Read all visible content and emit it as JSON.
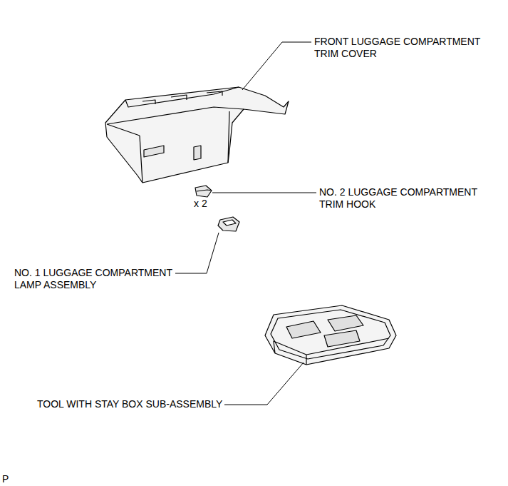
{
  "diagram": {
    "labels": [
      "FRONT LUGGAGE COMPARTMENT TRIM COVER",
      "NO. 2 LUGGAGE COMPARTMENT TRIM HOOK",
      "x 2",
      "NO. 1 LUGGAGE COMPARTMENT LAMP ASSEMBLY",
      "TOOL WITH STAY BOX SUB-ASSEMBLY",
      "P"
    ]
  }
}
